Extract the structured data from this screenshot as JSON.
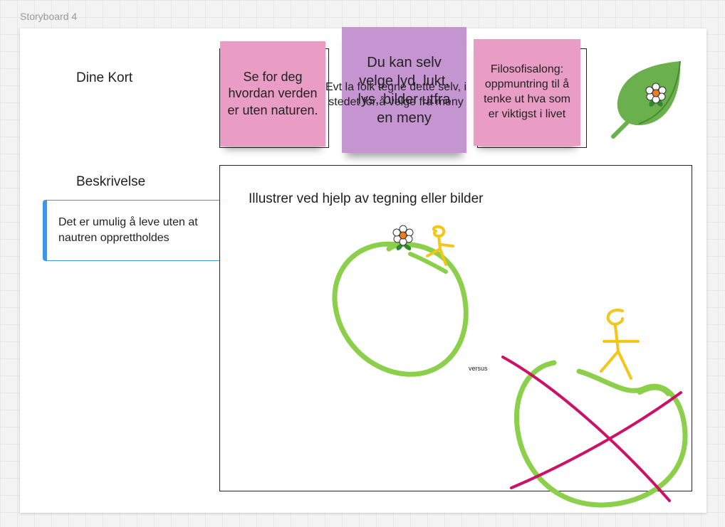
{
  "board": {
    "title": "Storyboard 4"
  },
  "labels": {
    "dine_kort": "Dine Kort",
    "beskrivelse": "Beskrivelse"
  },
  "stickies": {
    "card1": "Se for deg hvordan verden er uten naturen.",
    "card2": "Du kan selv velge lyd, lukt, lys, bilder utfra en meny",
    "card2_overlay": "Evt la folk tegne dette selv, i stedet for å velge fra meny",
    "card3": "Filosofisalong: oppmuntring til å tenke ut hva som er viktigst i livet"
  },
  "description": {
    "text": "Det er umulig å leve uten at nautren opprettholdes"
  },
  "illustration": {
    "prompt": "Illustrer ved hjelp av tegning eller bilder",
    "versus": "versus"
  },
  "icons": {
    "leaf": "leaf-icon",
    "flower": "flower-icon"
  },
  "colors": {
    "sticky_pink": "#ea9dc4",
    "sticky_purple": "#c595d2",
    "leaf_green": "#6ab04c",
    "drawing_green": "#8bcf4a",
    "drawing_yellow": "#f5c518",
    "cross_magenta": "#cc1166",
    "card_accent": "#3d97e8"
  }
}
